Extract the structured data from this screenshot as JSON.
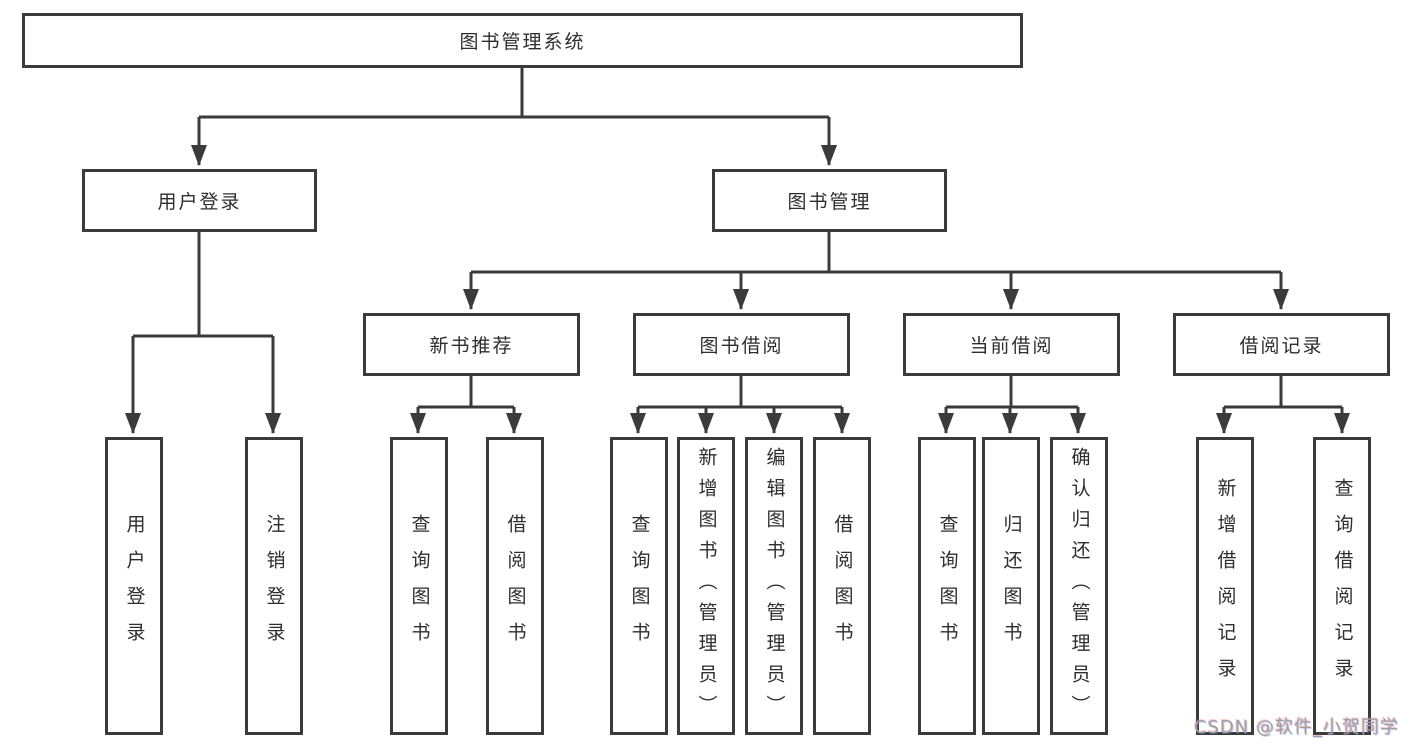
{
  "diagram": {
    "root": {
      "label": "图书管理系统"
    },
    "branches": [
      {
        "label": "用户登录",
        "children": [
          {
            "label": "用户登录"
          },
          {
            "label": "注销登录"
          }
        ]
      },
      {
        "label": "图书管理",
        "sections": [
          {
            "label": "新书推荐",
            "children": [
              {
                "label": "查询图书"
              },
              {
                "label": "借阅图书"
              }
            ]
          },
          {
            "label": "图书借阅",
            "children": [
              {
                "label": "查询图书"
              },
              {
                "label": "新增图书（管理员）"
              },
              {
                "label": "编辑图书（管理员）"
              },
              {
                "label": "借阅图书"
              }
            ]
          },
          {
            "label": "当前借阅",
            "children": [
              {
                "label": "查询图书"
              },
              {
                "label": "归还图书"
              },
              {
                "label": "确认归还（管理员）"
              }
            ]
          },
          {
            "label": "借阅记录",
            "children": [
              {
                "label": "新增借阅记录"
              },
              {
                "label": "查询借阅记录"
              }
            ]
          }
        ]
      }
    ],
    "line_color": "#3b3b3b",
    "box_background": "#ffffff",
    "text_color": "#2e2e2e"
  },
  "watermark": {
    "text": "CSDN @软件_小贺同学",
    "color": "#9f9f9f"
  }
}
